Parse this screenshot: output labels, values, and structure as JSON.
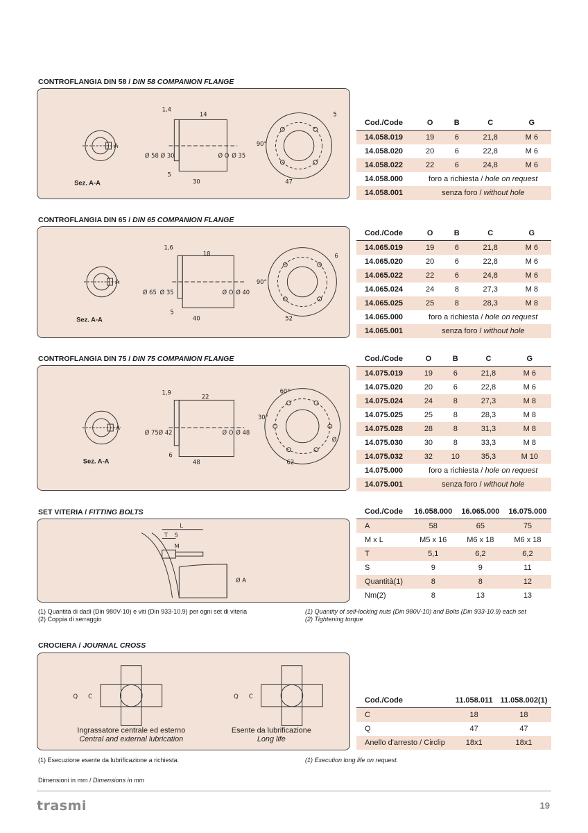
{
  "sections": {
    "din58": {
      "title_it": "CONTROFLANGIA DIN 58 /",
      "title_en": "DIN 58 COMPANION FLANGE",
      "drawing": {
        "sez": "Sez. A-A",
        "d1": "Ø 58",
        "d2": "Ø 30",
        "d3": "Ø O",
        "d4": "Ø 35",
        "l1": "1,4",
        "l2": "14",
        "l3": "5",
        "l4": "30",
        "l5": "47",
        "angle": "90°",
        "slot": "5",
        "mark": "A"
      },
      "header": [
        "Cod./Code",
        "O",
        "B",
        "C",
        "G"
      ],
      "rows": [
        {
          "code": "14.058.019",
          "o": "19",
          "b": "6",
          "c": "21,8",
          "g": "M 6"
        },
        {
          "code": "14.058.020",
          "o": "20",
          "b": "6",
          "c": "22,8",
          "g": "M 6"
        },
        {
          "code": "14.058.022",
          "o": "22",
          "b": "6",
          "c": "24,8",
          "g": "M 6"
        }
      ],
      "notes": [
        {
          "code": "14.058.000",
          "it": "foro a richiesta /",
          "en": "hole on request"
        },
        {
          "code": "14.058.001",
          "it": "senza foro /",
          "en": "without hole"
        }
      ]
    },
    "din65": {
      "title_it": "CONTROFLANGIA DIN 65 /",
      "title_en": "DIN 65 COMPANION FLANGE",
      "drawing": {
        "sez": "Sez. A-A",
        "d1": "Ø 65",
        "d2": "Ø 35",
        "d3": "Ø O",
        "d4": "Ø 40",
        "l1": "1,6",
        "l2": "18",
        "l3": "5",
        "l4": "40",
        "l5": "52",
        "angle": "90°",
        "slot": "6",
        "mark": "A"
      },
      "header": [
        "Cod./Code",
        "O",
        "B",
        "C",
        "G"
      ],
      "rows": [
        {
          "code": "14.065.019",
          "o": "19",
          "b": "6",
          "c": "21,8",
          "g": "M 6"
        },
        {
          "code": "14.065.020",
          "o": "20",
          "b": "6",
          "c": "22,8",
          "g": "M 6"
        },
        {
          "code": "14.065.022",
          "o": "22",
          "b": "6",
          "c": "24,8",
          "g": "M 6"
        },
        {
          "code": "14.065.024",
          "o": "24",
          "b": "8",
          "c": "27,3",
          "g": "M 8"
        },
        {
          "code": "14.065.025",
          "o": "25",
          "b": "8",
          "c": "28,3",
          "g": "M 8"
        }
      ],
      "notes": [
        {
          "code": "14.065.000",
          "it": "foro a richiesta /",
          "en": "hole on request"
        },
        {
          "code": "14.065.001",
          "it": "senza foro /",
          "en": "without hole"
        }
      ]
    },
    "din75": {
      "title_it": "CONTROFLANGIA DIN 75 /",
      "title_en": "DIN 75 COMPANION FLANGE",
      "drawing": {
        "sez": "Sez. A-A",
        "d1": "Ø 75",
        "d2": "Ø 42",
        "d3": "Ø O",
        "d4": "Ø 48",
        "l1": "1,9",
        "l2": "22",
        "l3": "6",
        "l4": "48",
        "l5": "62",
        "angle1": "60°",
        "angle2": "30°",
        "slot": "Ø",
        "mark": "A"
      },
      "header": [
        "Cod./Code",
        "O",
        "B",
        "C",
        "G"
      ],
      "rows": [
        {
          "code": "14.075.019",
          "o": "19",
          "b": "6",
          "c": "21,8",
          "g": "M 6"
        },
        {
          "code": "14.075.020",
          "o": "20",
          "b": "6",
          "c": "22,8",
          "g": "M 6"
        },
        {
          "code": "14.075.024",
          "o": "24",
          "b": "8",
          "c": "27,3",
          "g": "M 8"
        },
        {
          "code": "14.075.025",
          "o": "25",
          "b": "8",
          "c": "28,3",
          "g": "M 8"
        },
        {
          "code": "14.075.028",
          "o": "28",
          "b": "8",
          "c": "31,3",
          "g": "M 8"
        },
        {
          "code": "14.075.030",
          "o": "30",
          "b": "8",
          "c": "33,3",
          "g": "M 8"
        },
        {
          "code": "14.075.032",
          "o": "32",
          "b": "10",
          "c": "35,3",
          "g": "M 10"
        }
      ],
      "notes": [
        {
          "code": "14.075.000",
          "it": "foro a richiesta /",
          "en": "hole on request"
        },
        {
          "code": "14.075.001",
          "it": "senza foro /",
          "en": "without hole"
        }
      ]
    },
    "bolts": {
      "title_it": "SET VITERIA /",
      "title_en": "FITTING BOLTS",
      "drawing": {
        "l": "L",
        "t": "T",
        "s": "S",
        "m": "M",
        "a": "Ø A"
      },
      "header": [
        "Cod./Code",
        "16.058.000",
        "16.065.000",
        "16.075.000"
      ],
      "rows": [
        {
          "label": "A",
          "v1": "58",
          "v2": "65",
          "v3": "75"
        },
        {
          "label": "M x L",
          "v1": "M5 x 16",
          "v2": "M6 x 18",
          "v3": "M6 x 18"
        },
        {
          "label": "T",
          "v1": "5,1",
          "v2": "6,2",
          "v3": "6,2"
        },
        {
          "label": "S",
          "v1": "9",
          "v2": "9",
          "v3": "11"
        },
        {
          "label": "Quantità(1)",
          "v1": "8",
          "v2": "8",
          "v3": "12"
        },
        {
          "label": "Nm(2)",
          "v1": "8",
          "v2": "13",
          "v3": "13"
        }
      ],
      "foot_it": [
        "(1) Quantità di dadi (Din 980V-10) e viti (Din 933-10.9) per ogni set di viteria",
        "(2) Coppia di serraggio"
      ],
      "foot_en": [
        "(1) Quantity of self-locking nuts (Din 980V-10) and Bolts (Din 933-10.9) each set",
        "(2) Tightening torque"
      ]
    },
    "cross": {
      "title_it": "CROCIERA /",
      "title_en": "JOURNAL CROSS",
      "drawing": {
        "q": "Q",
        "c": "C",
        "cap1_it": "Ingrassatore centrale ed esterno",
        "cap1_en": "Central and external lubrication",
        "cap2_it": "Esente da lubrificazione",
        "cap2_en": "Long life"
      },
      "header": [
        "Cod./Code",
        "11.058.011",
        "11.058.002(1)"
      ],
      "rows": [
        {
          "label": "C",
          "v1": "18",
          "v2": "18"
        },
        {
          "label": "Q",
          "v1": "47",
          "v2": "47"
        },
        {
          "label": "Anello d'arresto / Circlip",
          "v1": "18x1",
          "v2": "18x1"
        }
      ],
      "foot_it": "(1) Esecuzione esente da lubrificazione a richiesta.",
      "foot_en": "(1) Execution long life on request."
    }
  },
  "footer": {
    "dimensions_it": "Dimensioni in mm /",
    "dimensions_en": "Dimensions in mm",
    "logo": "trasmi",
    "page": "19"
  },
  "colors": {
    "shade": "#f4dfd2",
    "drawing_bg": "#f2e2d8"
  }
}
